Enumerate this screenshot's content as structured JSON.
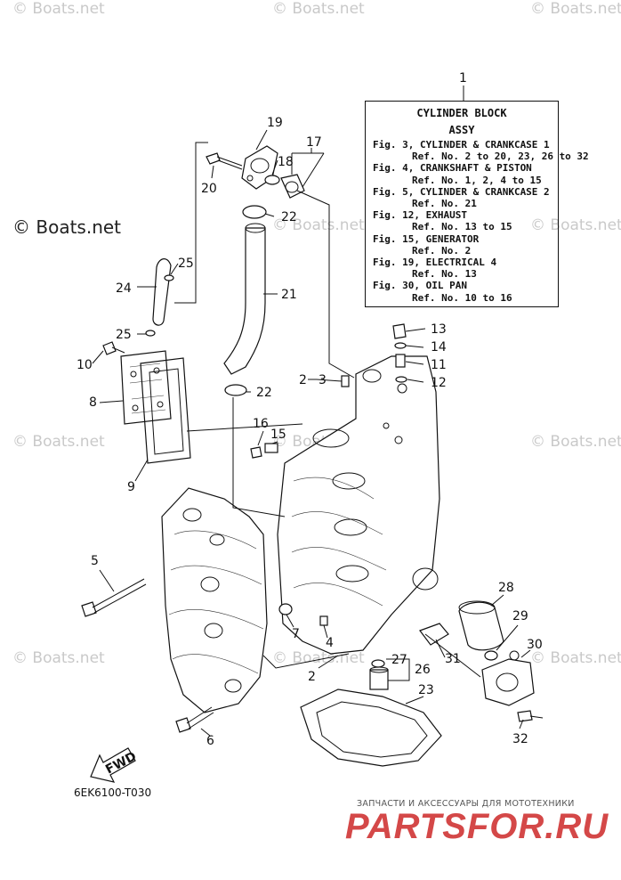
{
  "watermarks": {
    "text": "© Boats.net",
    "prominent": "© Boats.net"
  },
  "assy_box": {
    "title": "CYLINDER BLOCK",
    "subtitle": "ASSY",
    "entries": [
      {
        "fig": "Fig. 3, CYLINDER & CRANKCASE 1",
        "ref": "Ref. No. 2 to 20, 23, 26 to 32"
      },
      {
        "fig": "Fig. 4, CRANKSHAFT & PISTON",
        "ref": "Ref. No. 1, 2, 4 to 15"
      },
      {
        "fig": "Fig. 5, CYLINDER & CRANKCASE 2",
        "ref": "Ref. No. 21"
      },
      {
        "fig": "Fig. 12, EXHAUST",
        "ref": "Ref. No. 13 to 15"
      },
      {
        "fig": "Fig. 15, GENERATOR",
        "ref": "Ref. No. 2"
      },
      {
        "fig": "Fig. 19, ELECTRICAL 4",
        "ref": "Ref. No. 13"
      },
      {
        "fig": "Fig. 30, OIL PAN",
        "ref": "Ref. No. 10 to 16"
      }
    ]
  },
  "callouts": {
    "c1": "1",
    "c2": "2",
    "c2b": "2",
    "c3": "3",
    "c4": "4",
    "c5": "5",
    "c6": "6",
    "c7": "7",
    "c8": "8",
    "c9": "9",
    "c10": "10",
    "c11": "11",
    "c12": "12",
    "c13": "13",
    "c14": "14",
    "c15": "15",
    "c16": "16",
    "c17": "17",
    "c18": "18",
    "c19": "19",
    "c20": "20",
    "c21": "21",
    "c22a": "22",
    "c22b": "22",
    "c23": "23",
    "c24": "24",
    "c25a": "25",
    "c25b": "25",
    "c26": "26",
    "c27": "27",
    "c28": "28",
    "c29": "29",
    "c30": "30",
    "c31": "31",
    "c32": "32"
  },
  "fwd_label": "FWD",
  "diagram_code": "6EK6100-T030",
  "promo": {
    "line": "ЗАПЧАСТИ И АКСЕССУАРЫ ДЛЯ МОТОТЕХНИКИ",
    "logo": "PARTSFOR.RU"
  }
}
